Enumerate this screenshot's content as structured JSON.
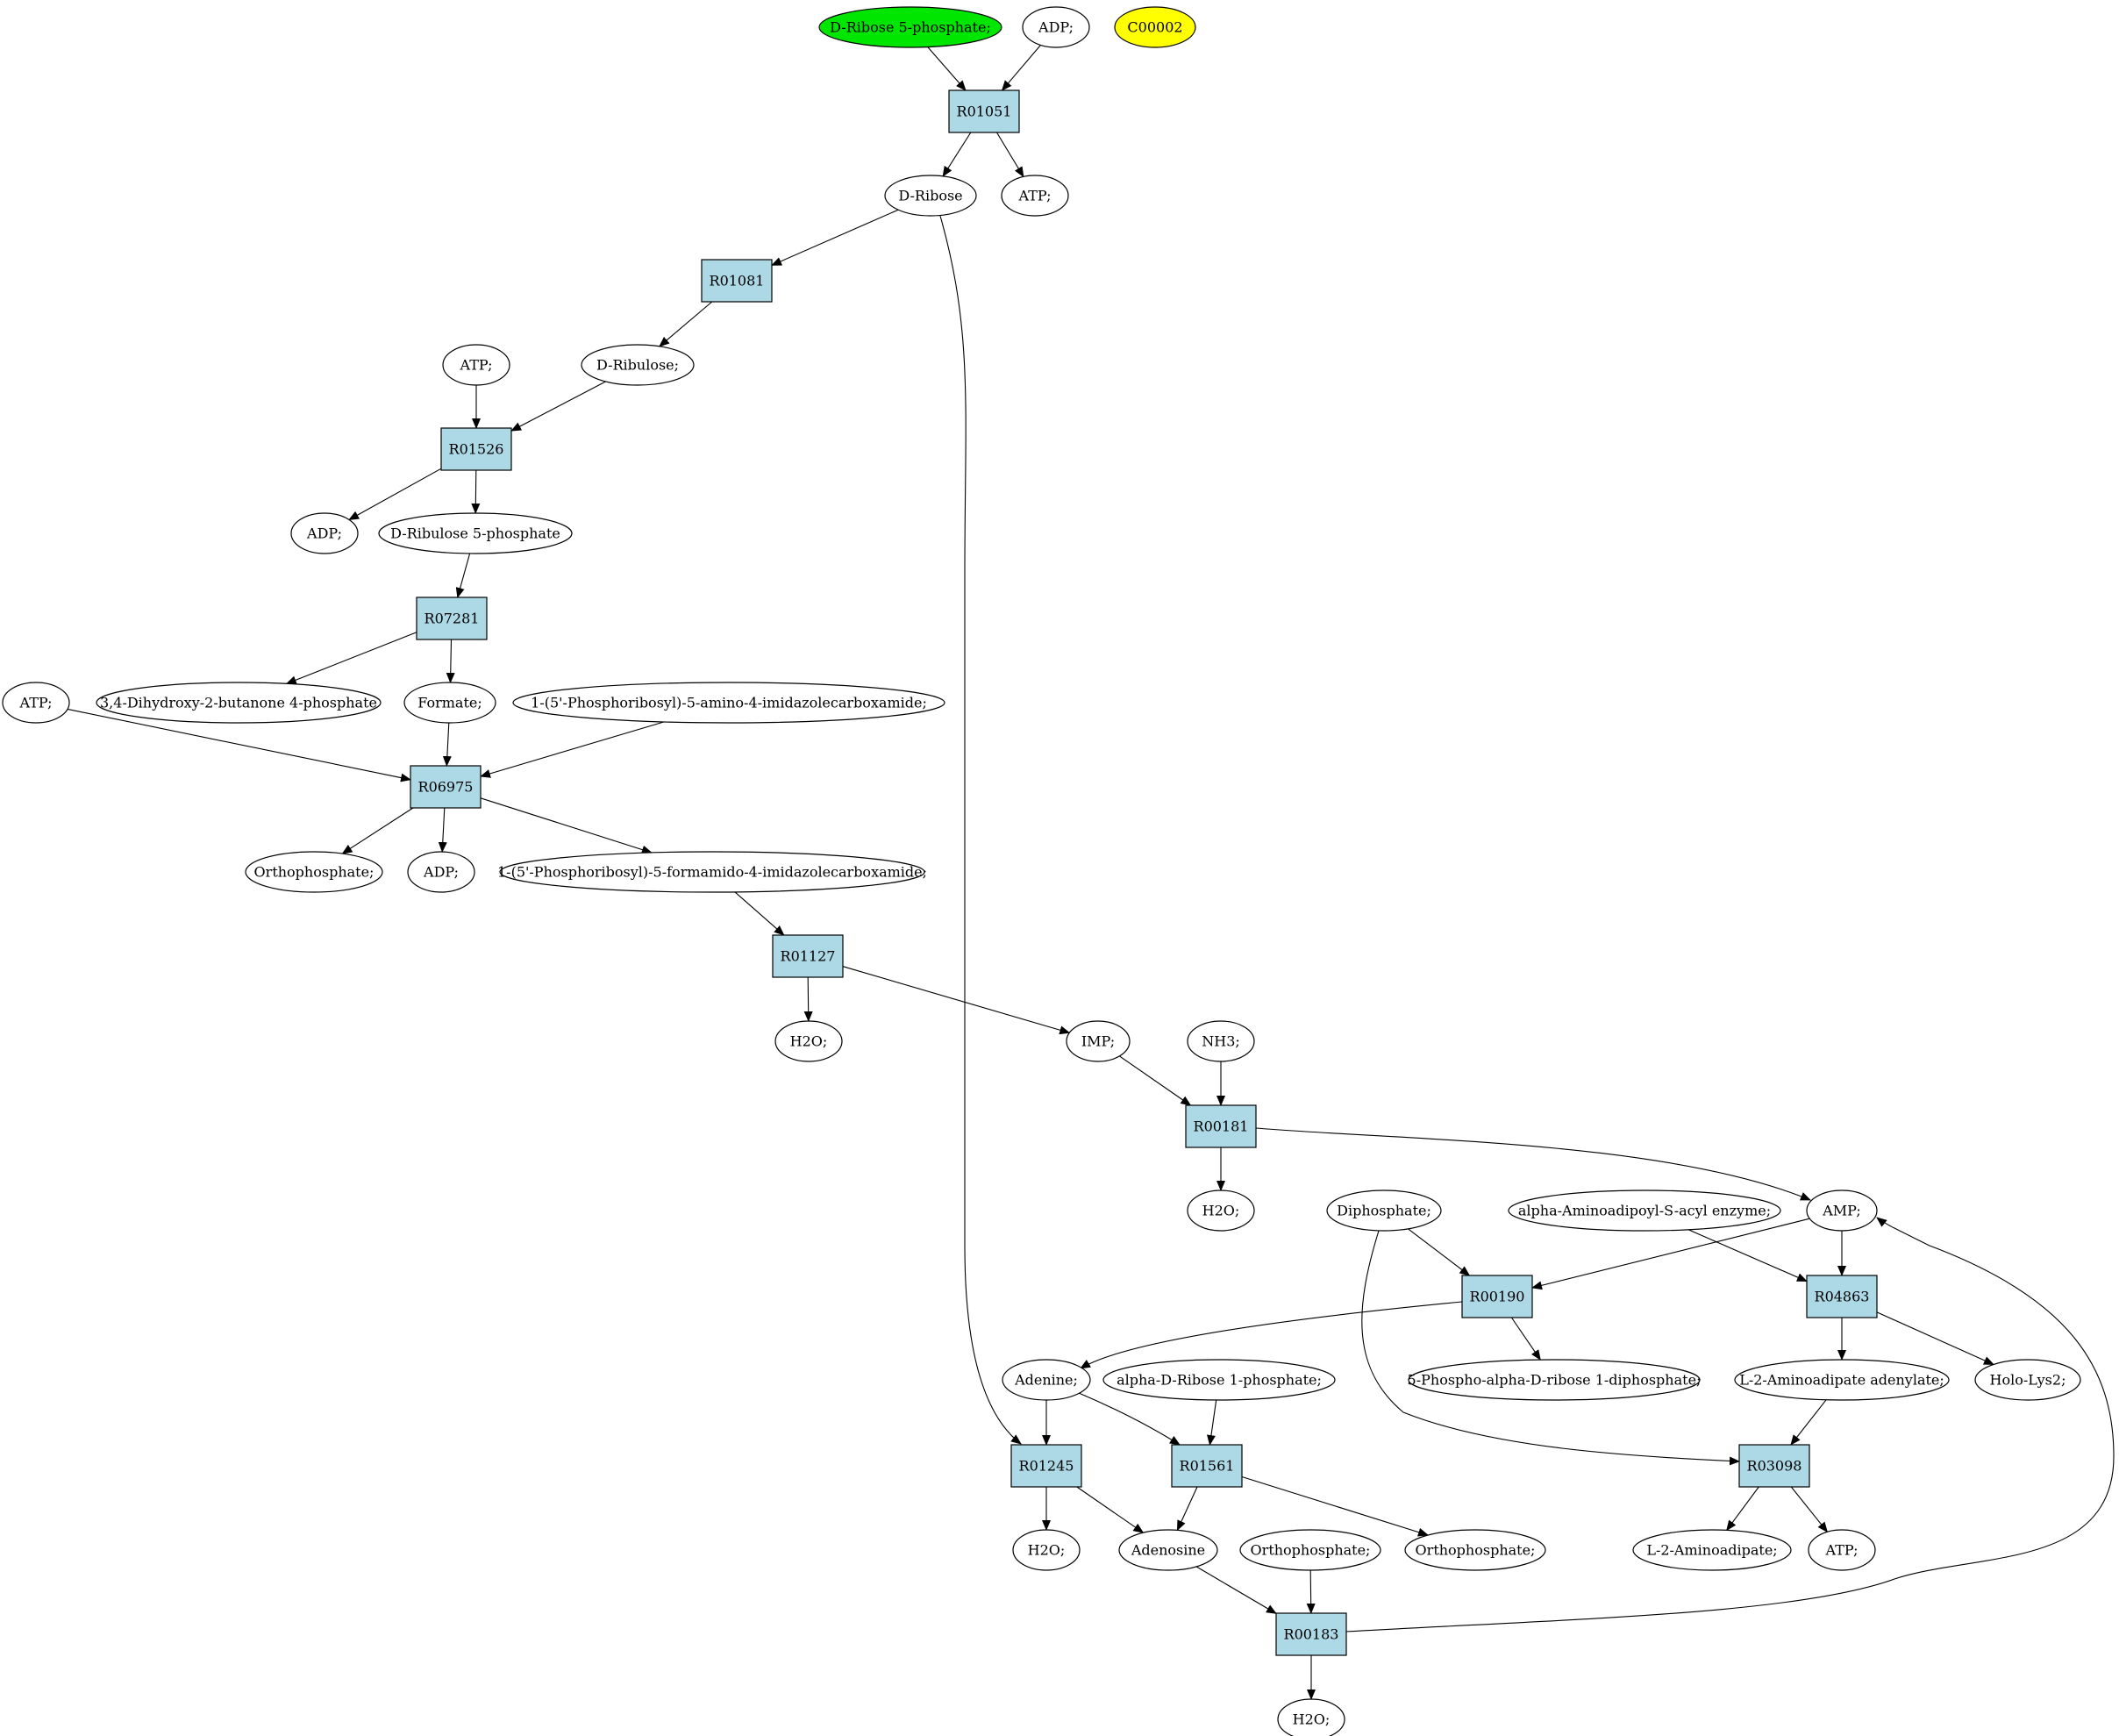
{
  "nodes": [
    {
      "id": "c_r5p",
      "label": "D-Ribose 5-phosphate;",
      "kind": "compound",
      "color": "#00e600"
    },
    {
      "id": "c_adp1",
      "label": "ADP;",
      "kind": "compound"
    },
    {
      "id": "c_c00002",
      "label": "C00002",
      "kind": "compound",
      "color": "#ffff00"
    },
    {
      "id": "r_R01051",
      "label": "R01051",
      "kind": "reaction"
    },
    {
      "id": "c_dribose",
      "label": "D-Ribose",
      "kind": "compound"
    },
    {
      "id": "c_atp1",
      "label": "ATP;",
      "kind": "compound"
    },
    {
      "id": "r_R01081",
      "label": "R01081",
      "kind": "reaction"
    },
    {
      "id": "c_atp2",
      "label": "ATP;",
      "kind": "compound"
    },
    {
      "id": "c_dribulose",
      "label": "D-Ribulose;",
      "kind": "compound"
    },
    {
      "id": "r_R01526",
      "label": "R01526",
      "kind": "reaction"
    },
    {
      "id": "c_adp2",
      "label": "ADP;",
      "kind": "compound"
    },
    {
      "id": "c_ru5p",
      "label": "D-Ribulose 5-phosphate",
      "kind": "compound"
    },
    {
      "id": "r_R07281",
      "label": "R07281",
      "kind": "reaction"
    },
    {
      "id": "c_atp3",
      "label": "ATP;",
      "kind": "compound"
    },
    {
      "id": "c_dhbp",
      "label": "3,4-Dihydroxy-2-butanone 4-phosphate",
      "kind": "compound"
    },
    {
      "id": "c_formate",
      "label": "Formate;",
      "kind": "compound"
    },
    {
      "id": "c_aicar",
      "label": "1-(5'-Phosphoribosyl)-5-amino-4-imidazolecarboxamide;",
      "kind": "compound"
    },
    {
      "id": "r_R06975",
      "label": "R06975",
      "kind": "reaction"
    },
    {
      "id": "c_ortho1",
      "label": "Orthophosphate;",
      "kind": "compound"
    },
    {
      "id": "c_adp3",
      "label": "ADP;",
      "kind": "compound"
    },
    {
      "id": "c_faicar",
      "label": "1-(5'-Phosphoribosyl)-5-formamido-4-imidazolecarboxamide;",
      "kind": "compound"
    },
    {
      "id": "r_R01127",
      "label": "R01127",
      "kind": "reaction"
    },
    {
      "id": "c_h2o1",
      "label": "H2O;",
      "kind": "compound"
    },
    {
      "id": "c_imp",
      "label": "IMP;",
      "kind": "compound"
    },
    {
      "id": "c_nh3",
      "label": "NH3;",
      "kind": "compound"
    },
    {
      "id": "r_R00181",
      "label": "R00181",
      "kind": "reaction"
    },
    {
      "id": "c_h2o2",
      "label": "H2O;",
      "kind": "compound"
    },
    {
      "id": "c_diphos",
      "label": "Diphosphate;",
      "kind": "compound"
    },
    {
      "id": "c_aaase",
      "label": "alpha-Aminoadipoyl-S-acyl enzyme;",
      "kind": "compound"
    },
    {
      "id": "c_amp",
      "label": "AMP;",
      "kind": "compound"
    },
    {
      "id": "r_R00190",
      "label": "R00190",
      "kind": "reaction"
    },
    {
      "id": "r_R04863",
      "label": "R04863",
      "kind": "reaction"
    },
    {
      "id": "c_adenine",
      "label": "Adenine;",
      "kind": "compound"
    },
    {
      "id": "c_adr1p",
      "label": "alpha-D-Ribose 1-phosphate;",
      "kind": "compound"
    },
    {
      "id": "c_prpp",
      "label": "5-Phospho-alpha-D-ribose 1-diphosphate;",
      "kind": "compound"
    },
    {
      "id": "c_l2aad",
      "label": "L-2-Aminoadipate adenylate;",
      "kind": "compound"
    },
    {
      "id": "c_hololys2",
      "label": "Holo-Lys2;",
      "kind": "compound"
    },
    {
      "id": "r_R01245",
      "label": "R01245",
      "kind": "reaction"
    },
    {
      "id": "r_R01561",
      "label": "R01561",
      "kind": "reaction"
    },
    {
      "id": "r_R03098",
      "label": "R03098",
      "kind": "reaction"
    },
    {
      "id": "c_h2o3",
      "label": "H2O;",
      "kind": "compound"
    },
    {
      "id": "c_adenosine",
      "label": "Adenosine",
      "kind": "compound"
    },
    {
      "id": "c_ortho2",
      "label": "Orthophosphate;",
      "kind": "compound"
    },
    {
      "id": "c_ortho3",
      "label": "Orthophosphate;",
      "kind": "compound"
    },
    {
      "id": "c_l2aa",
      "label": "L-2-Aminoadipate;",
      "kind": "compound"
    },
    {
      "id": "c_atp4",
      "label": "ATP;",
      "kind": "compound"
    },
    {
      "id": "r_R00183",
      "label": "R00183",
      "kind": "reaction"
    },
    {
      "id": "c_h2o4",
      "label": "H2O;",
      "kind": "compound"
    }
  ],
  "edges": [
    {
      "from": "c_r5p",
      "to": "r_R01051"
    },
    {
      "from": "c_adp1",
      "to": "r_R01051"
    },
    {
      "from": "r_R01051",
      "to": "c_dribose"
    },
    {
      "from": "r_R01051",
      "to": "c_atp1"
    },
    {
      "from": "c_dribose",
      "to": "r_R01081"
    },
    {
      "from": "c_dribose",
      "to": "r_R01245"
    },
    {
      "from": "r_R01081",
      "to": "c_dribulose"
    },
    {
      "from": "c_atp2",
      "to": "r_R01526"
    },
    {
      "from": "c_dribulose",
      "to": "r_R01526"
    },
    {
      "from": "r_R01526",
      "to": "c_adp2"
    },
    {
      "from": "r_R01526",
      "to": "c_ru5p"
    },
    {
      "from": "c_ru5p",
      "to": "r_R07281"
    },
    {
      "from": "r_R07281",
      "to": "c_dhbp"
    },
    {
      "from": "r_R07281",
      "to": "c_formate"
    },
    {
      "from": "c_atp3",
      "to": "r_R06975"
    },
    {
      "from": "c_formate",
      "to": "r_R06975"
    },
    {
      "from": "c_aicar",
      "to": "r_R06975"
    },
    {
      "from": "r_R06975",
      "to": "c_ortho1"
    },
    {
      "from": "r_R06975",
      "to": "c_adp3"
    },
    {
      "from": "r_R06975",
      "to": "c_faicar"
    },
    {
      "from": "c_faicar",
      "to": "r_R01127"
    },
    {
      "from": "r_R01127",
      "to": "c_h2o1"
    },
    {
      "from": "r_R01127",
      "to": "c_imp"
    },
    {
      "from": "c_imp",
      "to": "r_R00181"
    },
    {
      "from": "c_nh3",
      "to": "r_R00181"
    },
    {
      "from": "r_R00181",
      "to": "c_h2o2"
    },
    {
      "from": "r_R00181",
      "to": "c_amp"
    },
    {
      "from": "c_diphos",
      "to": "r_R00190"
    },
    {
      "from": "c_diphos",
      "to": "r_R03098"
    },
    {
      "from": "c_amp",
      "to": "r_R00190"
    },
    {
      "from": "c_amp",
      "to": "r_R04863"
    },
    {
      "from": "c_aaase",
      "to": "r_R04863"
    },
    {
      "from": "r_R00190",
      "to": "c_adenine"
    },
    {
      "from": "r_R00190",
      "to": "c_prpp"
    },
    {
      "from": "r_R04863",
      "to": "c_l2aad"
    },
    {
      "from": "r_R04863",
      "to": "c_hololys2"
    },
    {
      "from": "c_adenine",
      "to": "r_R01245"
    },
    {
      "from": "c_adenine",
      "to": "r_R01561"
    },
    {
      "from": "c_adr1p",
      "to": "r_R01561"
    },
    {
      "from": "c_l2aad",
      "to": "r_R03098"
    },
    {
      "from": "r_R01245",
      "to": "c_h2o3"
    },
    {
      "from": "r_R01245",
      "to": "c_adenosine"
    },
    {
      "from": "r_R01561",
      "to": "c_adenosine"
    },
    {
      "from": "r_R01561",
      "to": "c_ortho3"
    },
    {
      "from": "r_R03098",
      "to": "c_l2aa"
    },
    {
      "from": "r_R03098",
      "to": "c_atp4"
    },
    {
      "from": "c_adenosine",
      "to": "r_R00183"
    },
    {
      "from": "c_ortho2",
      "to": "r_R00183"
    },
    {
      "from": "r_R00183",
      "to": "c_h2o4"
    },
    {
      "from": "r_R00183",
      "to": "c_amp"
    }
  ]
}
